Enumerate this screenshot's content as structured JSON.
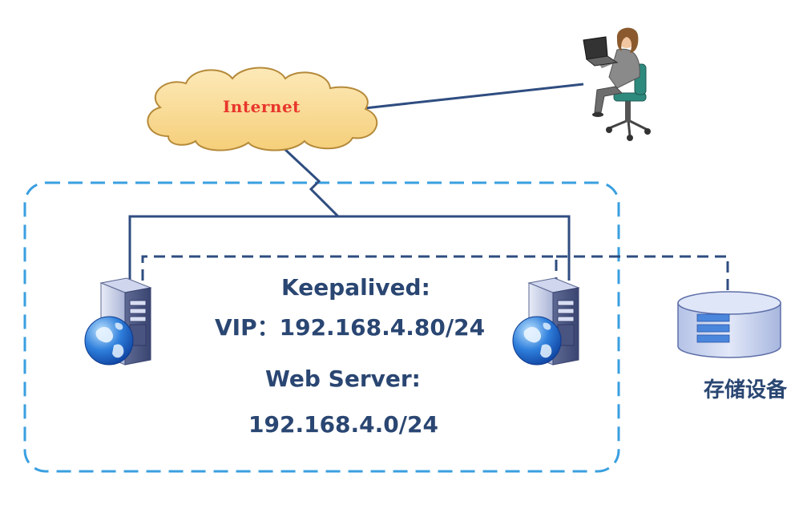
{
  "cloud": {
    "label": "Internet"
  },
  "cluster": {
    "keepalived_title": "Keepalived:",
    "vip_line": "VIP：192.168.4.80/24",
    "web_title": "Web Server:",
    "web_subnet": "192.168.4.0/24"
  },
  "storage": {
    "label": "存储设备"
  },
  "icons": [
    "cloud-icon",
    "user-at-laptop-icon",
    "web-server-icon",
    "storage-disk-icon"
  ]
}
